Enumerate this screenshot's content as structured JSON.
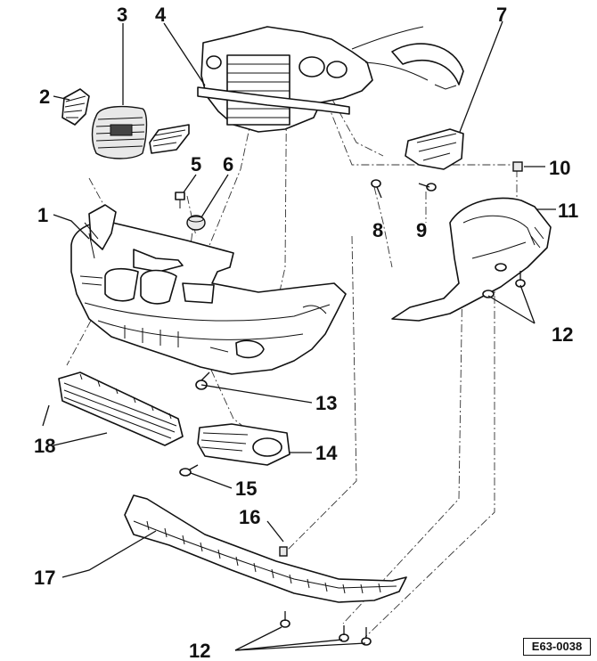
{
  "callouts": [
    {
      "id": "c1",
      "label": "1"
    },
    {
      "id": "c2",
      "label": "2"
    },
    {
      "id": "c3",
      "label": "3"
    },
    {
      "id": "c4",
      "label": "4"
    },
    {
      "id": "c5",
      "label": "5"
    },
    {
      "id": "c6",
      "label": "6"
    },
    {
      "id": "c7",
      "label": "7"
    },
    {
      "id": "c8",
      "label": "8"
    },
    {
      "id": "c9",
      "label": "9"
    },
    {
      "id": "c10",
      "label": "10"
    },
    {
      "id": "c11",
      "label": "11"
    },
    {
      "id": "c12a",
      "label": "12"
    },
    {
      "id": "c12b",
      "label": "12"
    },
    {
      "id": "c13",
      "label": "13"
    },
    {
      "id": "c14",
      "label": "14"
    },
    {
      "id": "c15",
      "label": "15"
    },
    {
      "id": "c16",
      "label": "16"
    },
    {
      "id": "c17",
      "label": "17"
    },
    {
      "id": "c18",
      "label": "18"
    }
  ],
  "reference_code": "E63-0038"
}
